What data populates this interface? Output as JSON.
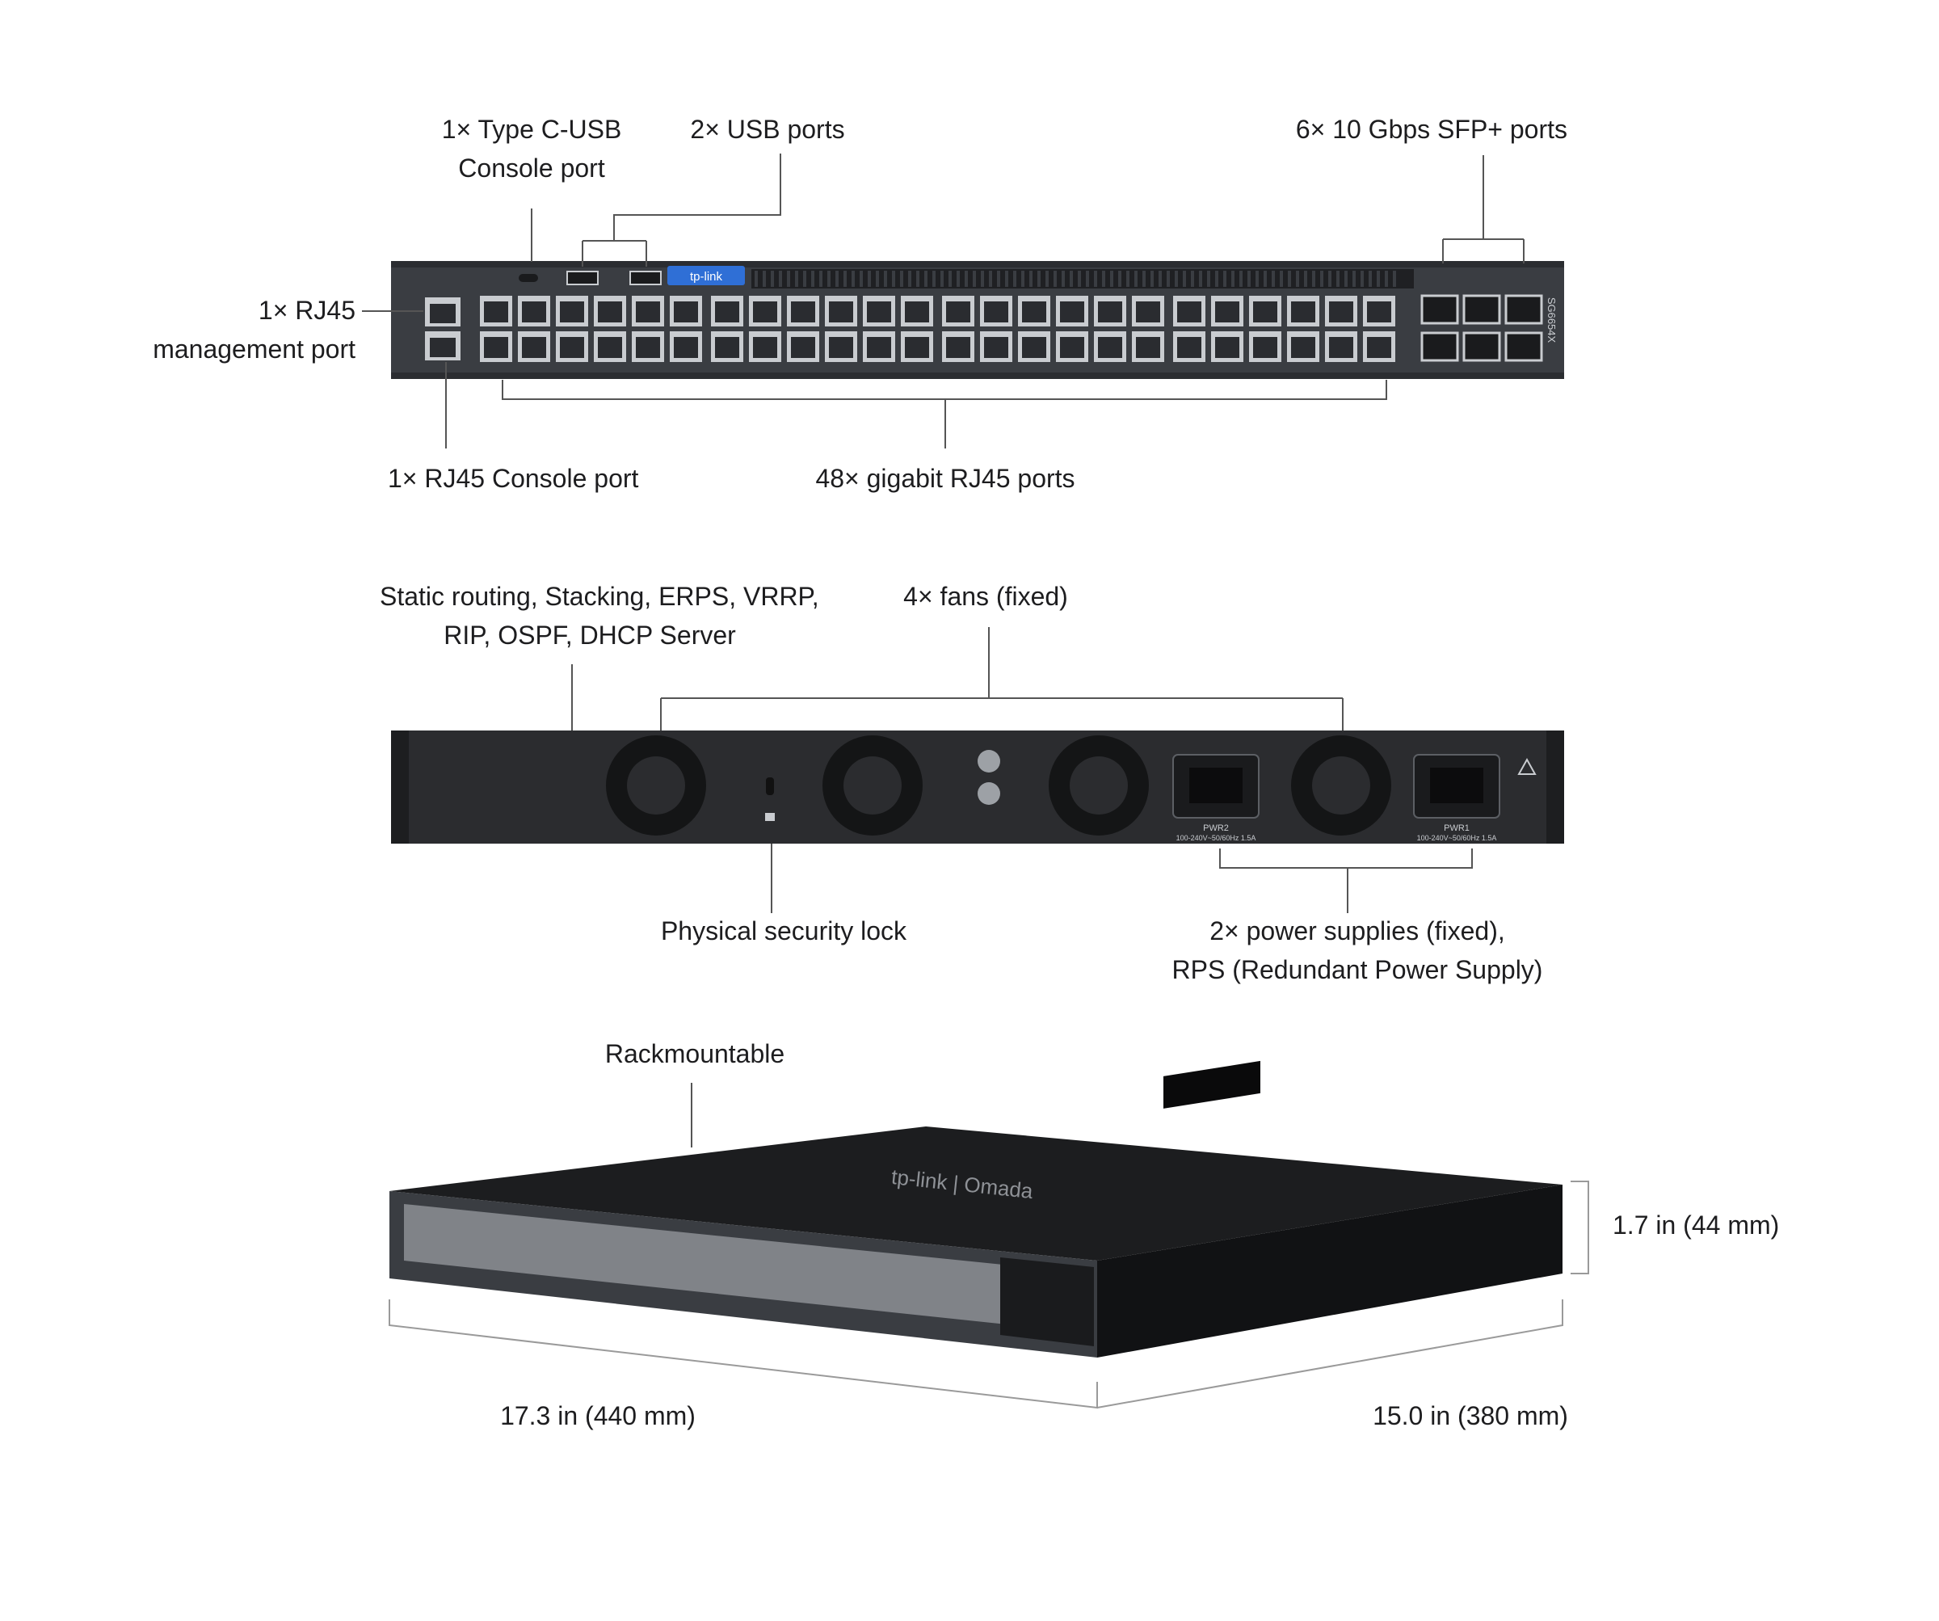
{
  "colors": {
    "text": "#1d1d1f",
    "leader": "#555555",
    "chassis_front": "#3a3d42",
    "chassis_dark": "#1a1b1d",
    "port_shell": "#c9ccd0",
    "port_hole": "#2a2c30",
    "accent_blue": "#2f6fd6",
    "background": "#ffffff"
  },
  "front_view": {
    "labels": {
      "type_c_console_1": "1× Type C-USB",
      "type_c_console_2": "Console port",
      "usb_ports": "2× USB ports",
      "sfp_ports": "6× 10 Gbps SFP+ ports",
      "mgmt_port_1": "1× RJ45",
      "mgmt_port_2": "management port",
      "rj45_console": "1× RJ45 Console port",
      "rj45_ports": "48× gigabit RJ45 ports"
    },
    "brand": "tp-link",
    "model": "SG6654X",
    "rj45_port_count": 48,
    "sfp_port_count": 6
  },
  "rear_view": {
    "labels": {
      "features_1": "Static routing, Stacking, ERPS, VRRP,",
      "features_2": "RIP, OSPF, DHCP Server",
      "fans": "4× fans (fixed)",
      "security_lock": "Physical security lock",
      "power_1": "2× power supplies (fixed),",
      "power_2": "RPS (Redundant Power Supply)"
    },
    "psu_labels": {
      "pwr2_name": "PWR2",
      "pwr2_rating": "100-240V~50/60Hz 1.5A",
      "pwr1_name": "PWR1",
      "pwr1_rating": "100-240V~50/60Hz 1.5A"
    },
    "fan_count": 4
  },
  "iso_view": {
    "labels": {
      "rackmountable": "Rackmountable",
      "height": "1.7 in (44 mm)",
      "width": "17.3 in (440 mm)",
      "depth": "15.0 in (380 mm)"
    },
    "top_logo": "tp-link | Omada"
  }
}
